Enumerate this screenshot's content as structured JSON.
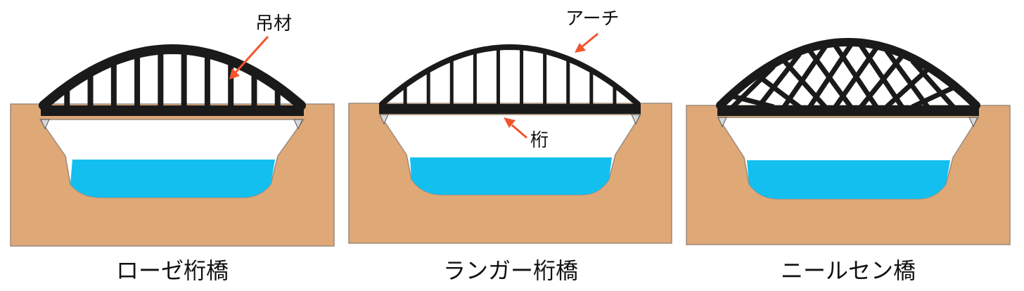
{
  "colors": {
    "earth": "#DFA877",
    "earth_stroke": "#9C8A7A",
    "water": "#12BFEF",
    "steel": "#1A1A1A",
    "arrow": "#F2552C",
    "bearing": "#D8D8D8"
  },
  "panels": [
    {
      "caption": "ローゼ桁橋",
      "type": "rose"
    },
    {
      "caption": "ランガー桁橋",
      "type": "langer"
    },
    {
      "caption": "ニールセン橋",
      "type": "nielsen"
    }
  ],
  "annotations": {
    "hanger": "吊材",
    "arch": "アーチ",
    "girder": "桁"
  }
}
